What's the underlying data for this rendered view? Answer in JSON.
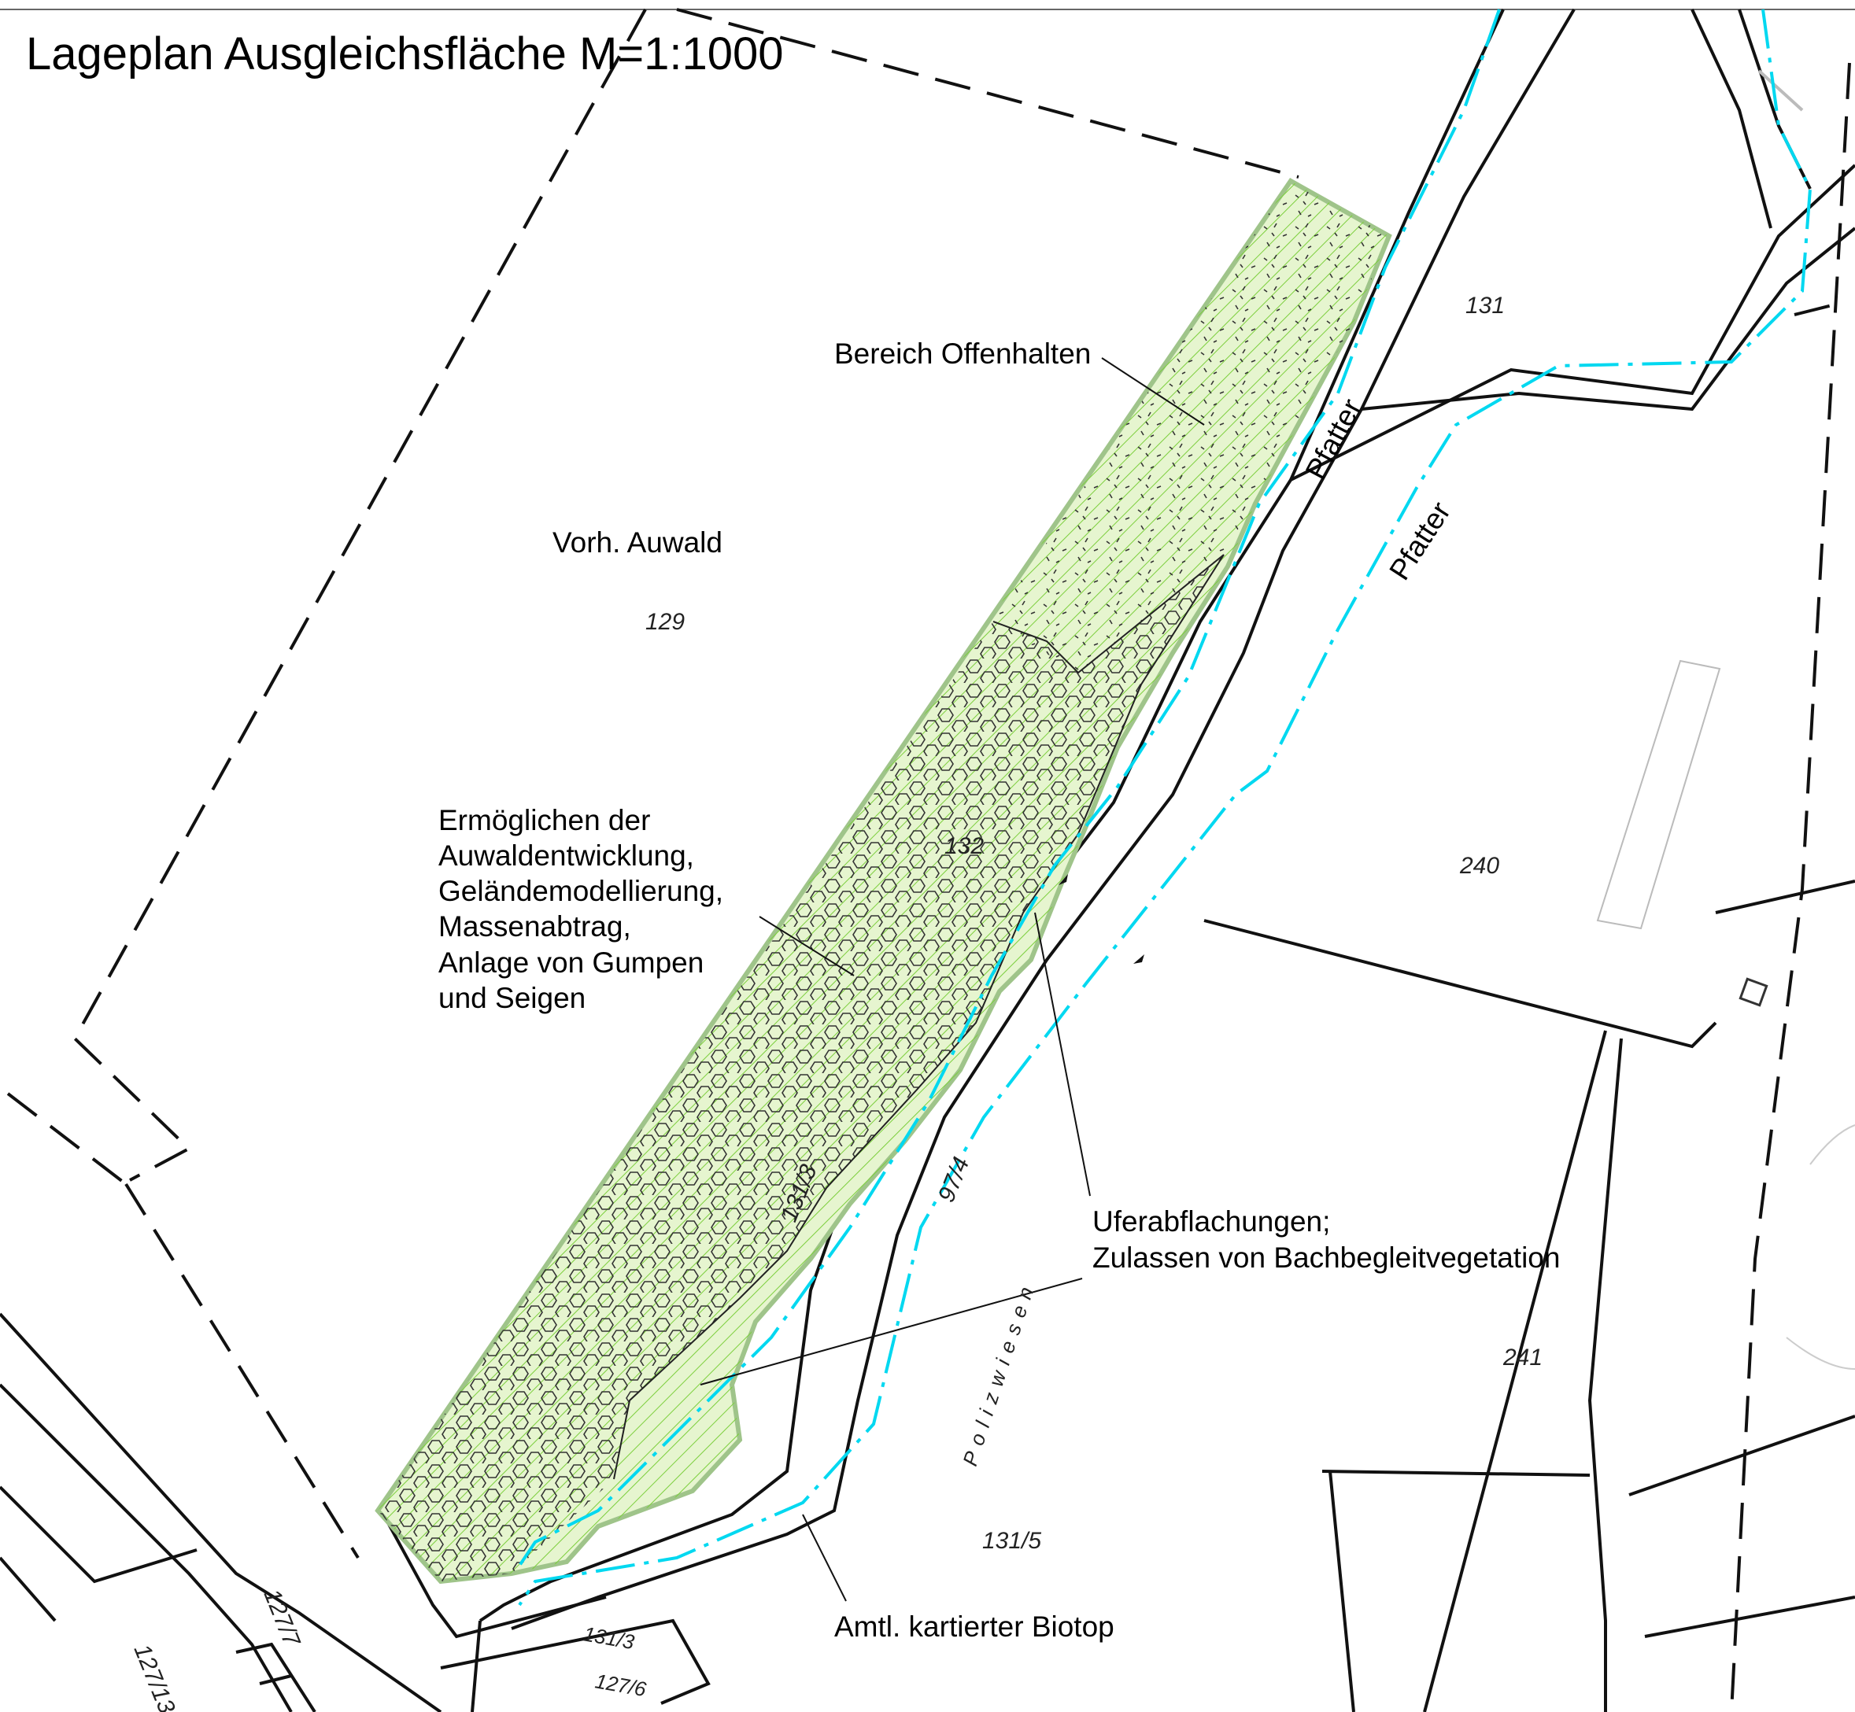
{
  "title": "Lageplan Ausgleichsfläche M=1:1000",
  "annotations": {
    "bereich": "Bereich Offenhalten",
    "auwald": "Vorh. Auwald",
    "ermoeglichen": [
      "Ermöglichen der",
      "Auwaldentwicklung,",
      "Geländemodellierung,",
      "Massenabtrag,",
      "Anlage von Gumpen",
      "und Seigen"
    ],
    "ufer": [
      "Uferabflachungen;",
      "Zulassen von Bachbegleitvegetation"
    ],
    "biotop": "Amtl. kartierter Biotop"
  },
  "rivers": {
    "pfatter_1": "Pfatter",
    "pfatter_2": "Pfatter"
  },
  "parcels": {
    "p129": "129",
    "p131": "131",
    "p132": "132",
    "p240": "240",
    "p241": "241",
    "p131_5": "131/5",
    "p131_3": "131/3",
    "p97_4": "97/4",
    "p127_7": "127/7",
    "p127_13": "127/13",
    "p127_6": "127/6",
    "p131_3b": "131/3",
    "field": "Polizwiesen"
  },
  "colors": {
    "hatch_green": "#7ccf3c",
    "fill_green": "#e6f5cf",
    "border_green": "#9fc48a",
    "biotop_cyan": "#00d8f0"
  }
}
